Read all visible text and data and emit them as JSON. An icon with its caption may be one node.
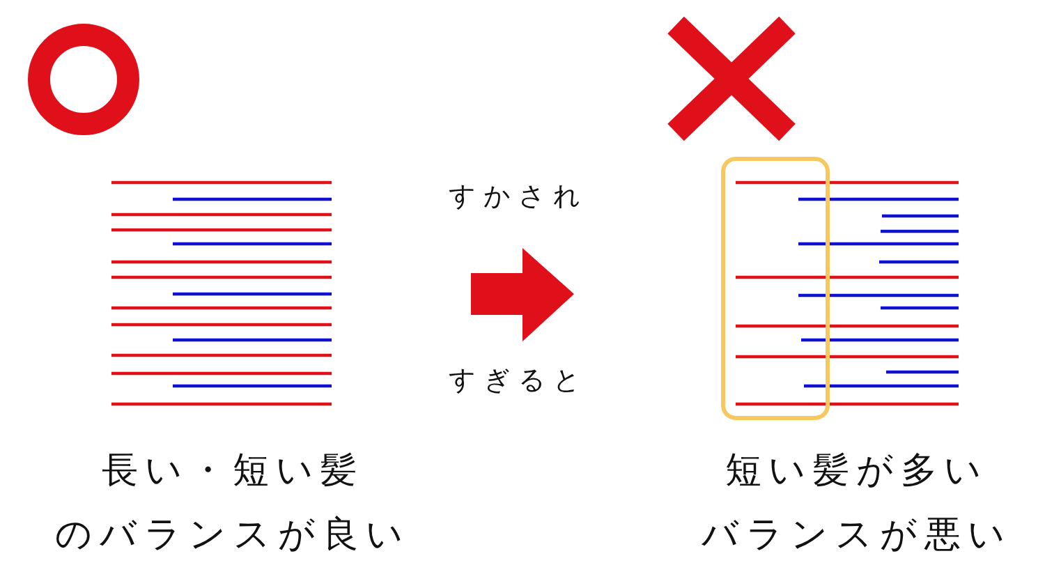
{
  "diagram": {
    "labels": [
      "すかされ",
      "すぎると",
      "長い・短い髪",
      "のバランスが良い",
      "短い髪が多い",
      "バランスが悪い"
    ]
  }
}
